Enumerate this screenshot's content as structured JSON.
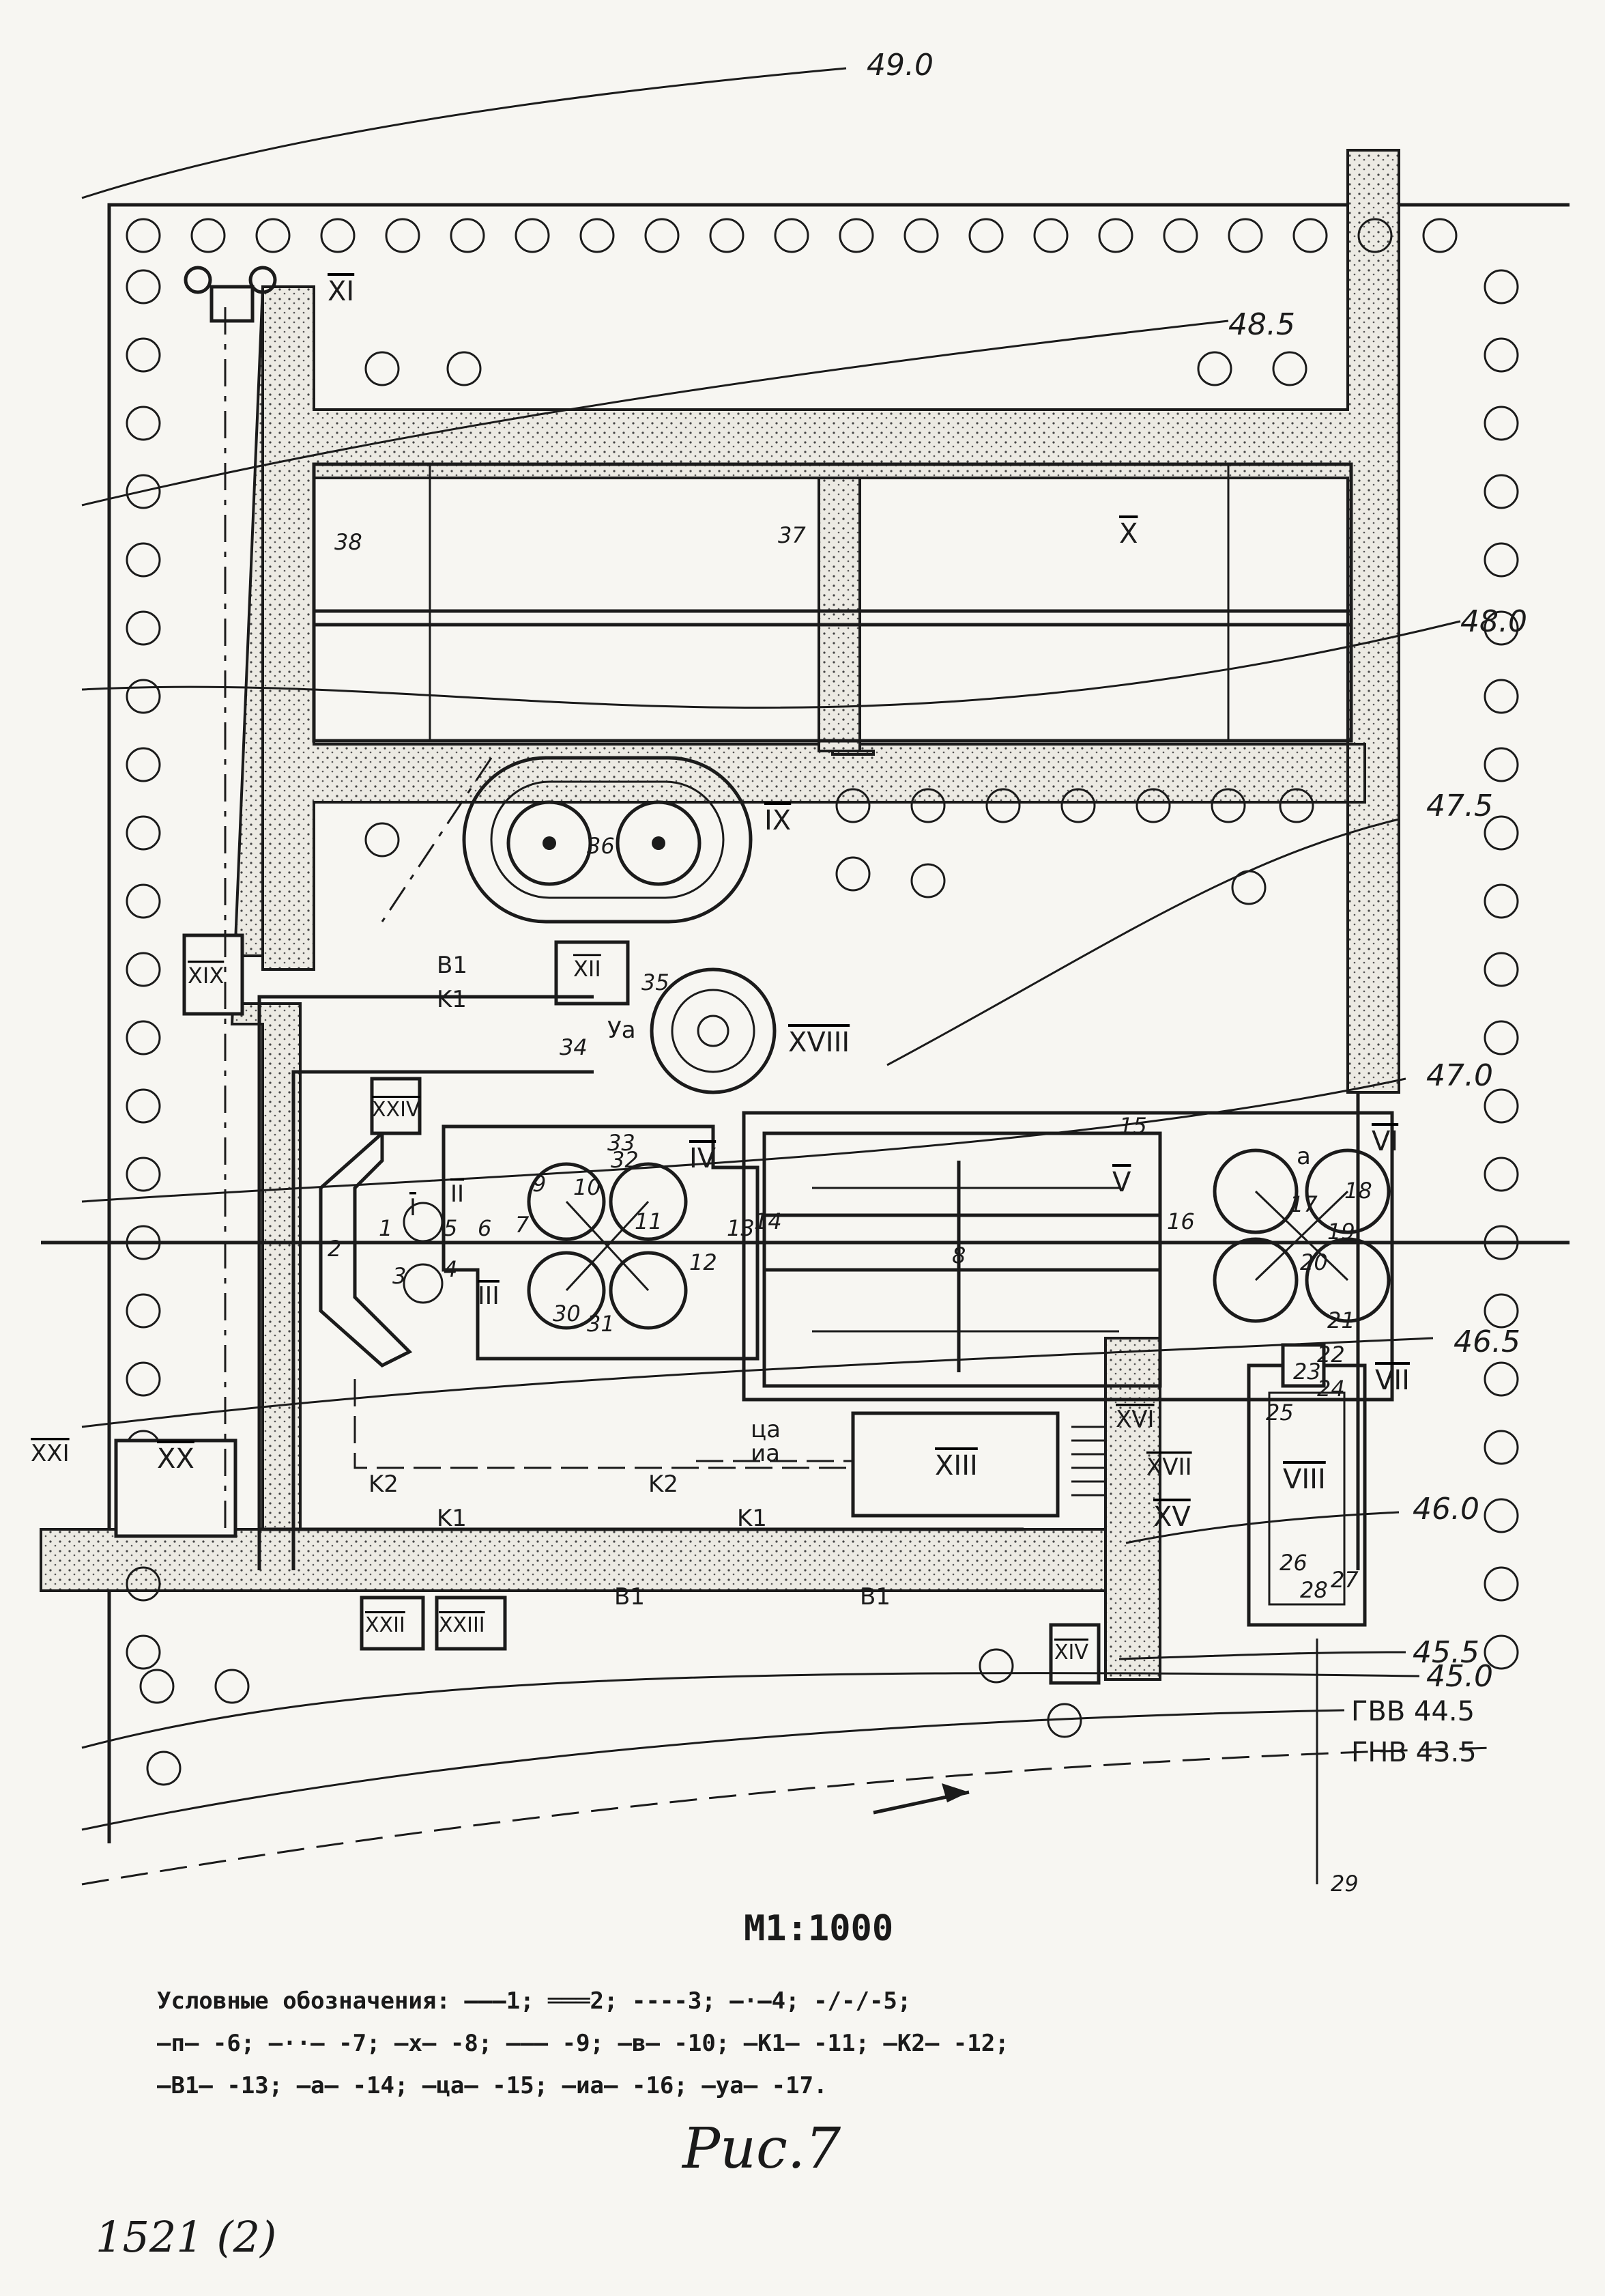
{
  "contours": [
    {
      "label": "49.0"
    },
    {
      "label": "48.5"
    },
    {
      "label": "48.0"
    },
    {
      "label": "47.5"
    },
    {
      "label": "47.0"
    },
    {
      "label": "46.5"
    },
    {
      "label": "46.0"
    },
    {
      "label": "45.5"
    },
    {
      "label": "45.0"
    },
    {
      "label": "ГВВ 44.5"
    },
    {
      "label": "ГНВ 43.5"
    }
  ],
  "structures": {
    "s_I": "I",
    "s_II": "II",
    "s_III": "III",
    "s_IV": "IV",
    "s_V": "V",
    "s_VI": "VI",
    "s_VII": "VII",
    "s_VIII": "VIII",
    "s_IX": "IX",
    "s_X": "X",
    "s_XI": "XI",
    "s_XII": "XII",
    "s_XIII": "XIII",
    "s_XIV": "XIV",
    "s_XV": "XV",
    "s_XVI": "XVI",
    "s_XVII": "XVII",
    "s_XVIII": "XVIII",
    "s_XIX": "XIX",
    "s_XX": "XX",
    "s_XXI": "XXI",
    "s_XXII": "XXII",
    "s_XXIII": "XXIII",
    "s_XXIV": "XXIV"
  },
  "numbers": {
    "n1": "1",
    "n2": "2",
    "n3": "3",
    "n4": "4",
    "n5": "5",
    "n6": "6",
    "n7": "7",
    "n8": "8",
    "n9": "9",
    "n10": "10",
    "n11": "11",
    "n12": "12",
    "n13": "13",
    "n14": "14",
    "n15": "15",
    "n16": "16",
    "n17": "17",
    "n18": "18",
    "n19": "19",
    "n20": "20",
    "n21": "21",
    "n22": "22",
    "n23": "23",
    "n24": "24",
    "n25": "25",
    "n26": "26",
    "n27": "27",
    "n28": "28",
    "n29": "29",
    "n30": "30",
    "n31": "31",
    "n32": "32",
    "n33": "33",
    "n34": "34",
    "n35": "35",
    "n36": "36",
    "n37": "37",
    "n38": "38"
  },
  "pipes": {
    "k1": "K1",
    "k2": "K2",
    "b1": "B1",
    "a": "a",
    "ya": "Уа",
    "ia": "иа",
    "ca": "ца"
  },
  "scale": "М1:1000",
  "legend": {
    "line1": "Условные обозначения: ———1; ═══2; ----3; —·—4; -/-/-5;",
    "line2": "—п— -6; —··— -7; —x— -8; ——— -9; —в— -10; —К1— -11; —К2— -12;",
    "line3": "—В1— -13; —а— -14; —ца— -15; —иа— -16; —уа— -17."
  },
  "caption": "Рис.7",
  "sheet_number": "1521 (2)"
}
